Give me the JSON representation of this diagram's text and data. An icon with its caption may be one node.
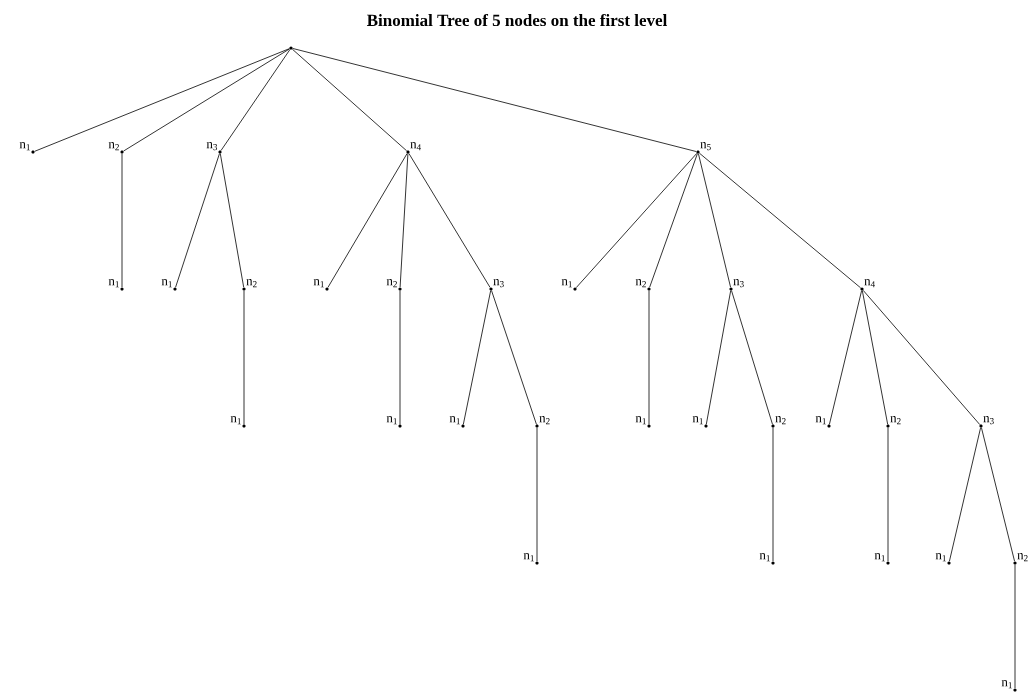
{
  "diagram": {
    "title": "Binomial Tree of 5 nodes on the first level",
    "nodes": [
      {
        "text": [],
        "shape": "circle"
      },
      {
        "text": [
          "n$_{1}$"
        ]
      },
      {
        "text": [
          "n$_{2}$"
        ]
      },
      {
        "text": [
          "n$_{3}$"
        ]
      },
      {
        "text": [
          "n$_{4}$"
        ]
      },
      {
        "text": [
          "n$_{5}$"
        ]
      },
      {
        "text": [
          "n$_{1}$"
        ]
      },
      {
        "text": [
          "n$_{1}$"
        ]
      },
      {
        "text": [
          "n$_{2}$"
        ]
      },
      {
        "text": [
          "n$_{1}$"
        ]
      },
      {
        "text": [
          "n$_{2}$"
        ]
      },
      {
        "text": [
          "n$_{3}$"
        ]
      },
      {
        "text": [
          "n$_{1}$"
        ]
      },
      {
        "text": [
          "n$_{2}$"
        ]
      },
      {
        "text": [
          "n$_{3}$"
        ]
      },
      {
        "text": [
          "n$_{4}$"
        ]
      },
      {
        "text": [
          "n$_{1}$"
        ]
      },
      {
        "text": [
          "n$_{1}$"
        ]
      },
      {
        "text": [
          "n$_{1}$"
        ]
      },
      {
        "text": [
          "n$_{2}$"
        ]
      },
      {
        "text": [
          "n$_{1}$"
        ]
      },
      {
        "text": [
          "n$_{1}$"
        ]
      },
      {
        "text": [
          "n$_{2}$"
        ]
      },
      {
        "text": [
          "n$_{1}$"
        ]
      },
      {
        "text": [
          "n$_{2}$"
        ]
      },
      {
        "text": [
          "n$_{3}$"
        ]
      },
      {
        "text": [
          "n$_{1}$"
        ]
      },
      {
        "text": [
          "n$_{1}$"
        ]
      },
      {
        "text": [
          "n$_{1}$"
        ]
      },
      {
        "text": [
          "n$_{1}$"
        ]
      },
      {
        "text": [
          "n$_{2}$"
        ]
      },
      {
        "text": [
          "n$_{1}$"
        ]
      }
    ],
    "edges": [
      {
        "from": 0,
        "to": 1,
        "arrow": "none"
      },
      {
        "from": 0,
        "to": 2,
        "arrow": "none"
      },
      {
        "from": 0,
        "to": 3,
        "arrow": "none"
      },
      {
        "from": 0,
        "to": 4,
        "arrow": "none"
      },
      {
        "from": 0,
        "to": 5,
        "arrow": "none"
      },
      {
        "from": 2,
        "to": 6,
        "arrow": "none"
      },
      {
        "from": 3,
        "to": 7,
        "arrow": "none"
      },
      {
        "from": 3,
        "to": 8,
        "arrow": "none"
      },
      {
        "from": 4,
        "to": 9,
        "arrow": "none"
      },
      {
        "from": 4,
        "to": 10,
        "arrow": "none"
      },
      {
        "from": 4,
        "to": 11,
        "arrow": "none"
      },
      {
        "from": 5,
        "to": 12,
        "arrow": "none"
      },
      {
        "from": 5,
        "to": 13,
        "arrow": "none"
      },
      {
        "from": 5,
        "to": 14,
        "arrow": "none"
      },
      {
        "from": 5,
        "to": 15,
        "arrow": "none"
      },
      {
        "from": 8,
        "to": 16,
        "arrow": "none"
      },
      {
        "from": 10,
        "to": 17,
        "arrow": "none"
      },
      {
        "from": 11,
        "to": 18,
        "arrow": "none"
      },
      {
        "from": 11,
        "to": 19,
        "arrow": "none"
      },
      {
        "from": 13,
        "to": 20,
        "arrow": "none"
      },
      {
        "from": 14,
        "to": 21,
        "arrow": "none"
      },
      {
        "from": 14,
        "to": 22,
        "arrow": "none"
      },
      {
        "from": 15,
        "to": 23,
        "arrow": "none"
      },
      {
        "from": 15,
        "to": 24,
        "arrow": "none"
      },
      {
        "from": 15,
        "to": 25,
        "arrow": "none"
      },
      {
        "from": 19,
        "to": 26,
        "arrow": "none"
      },
      {
        "from": 22,
        "to": 27,
        "arrow": "none"
      },
      {
        "from": 24,
        "to": 28,
        "arrow": "none"
      },
      {
        "from": 25,
        "to": 29,
        "arrow": "none"
      },
      {
        "from": 25,
        "to": 30,
        "arrow": "none"
      },
      {
        "from": 30,
        "to": 31,
        "arrow": "none"
      }
    ]
  }
}
